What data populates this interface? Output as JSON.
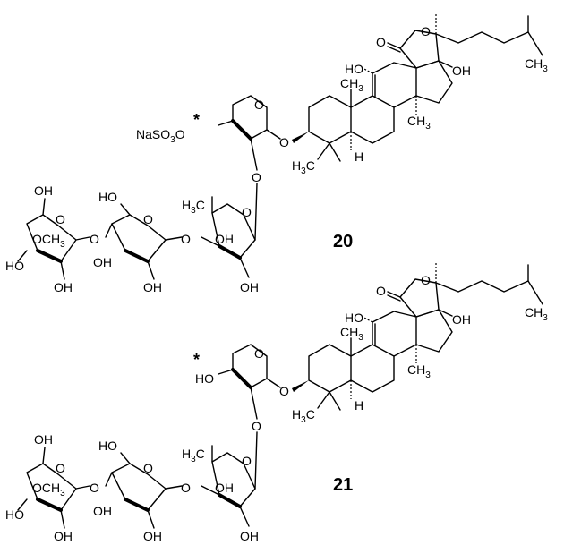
{
  "compound_20": {
    "number": "20",
    "star": "*",
    "sulfate_na": "NaSO",
    "sulfate_sub": "3",
    "sulfate_o": "O",
    "labels": {
      "ring_o_lactone": "O",
      "carbonyl_o": "O",
      "oh_c12": "HO",
      "oh_c17": "OH",
      "ch3_19": "CH",
      "ch3_19_sub": "3",
      "ch3_30": "CH",
      "ch3_30_sub": "3",
      "ch3_side": "CH",
      "ch3_side_sub": "3",
      "h3c_c4": "H",
      "h3c_c4_sub": "3",
      "h3c_c4_c": "C",
      "h5": "H",
      "link_o_c3": "O",
      "xyl_ring_o": "O",
      "xyl_link_o": "O",
      "qui_h3c": "H",
      "qui_h3c_sub": "3",
      "qui_h3c_c": "C",
      "qui_ring_o": "O",
      "qui_oh1": "OH",
      "qui_oh2": "OH",
      "glc_ho": "HO",
      "glc_ring_o": "O",
      "glc_oh1": "OH",
      "glc_oh2": "OH",
      "glc_link_o": "O",
      "glc_link_o2": "O",
      "m3g_oh": "OH",
      "m3g_ring_o": "O",
      "m3g_och3": "OCH",
      "m3g_och3_sub": "3",
      "m3g_ho": "HO",
      "m3g_oh2": "OH"
    }
  },
  "compound_21": {
    "number": "21",
    "star": "*",
    "ho_label": "HO",
    "labels": {
      "ring_o_lactone": "O",
      "carbonyl_o": "O",
      "oh_c12": "HO",
      "oh_c17": "OH",
      "ch3_19": "CH",
      "ch3_19_sub": "3",
      "ch3_30": "CH",
      "ch3_30_sub": "3",
      "ch3_side": "CH",
      "ch3_side_sub": "3",
      "h3c_c4": "H",
      "h3c_c4_sub": "3",
      "h3c_c4_c": "C",
      "h5": "H",
      "link_o_c3": "O",
      "xyl_ring_o": "O",
      "xyl_link_o": "O",
      "qui_h3c": "H",
      "qui_h3c_sub": "3",
      "qui_h3c_c": "C",
      "qui_ring_o": "O",
      "qui_oh1": "OH",
      "qui_oh2": "OH",
      "glc_ho": "HO",
      "glc_ring_o": "O",
      "glc_oh1": "OH",
      "glc_oh2": "OH",
      "glc_link_o": "O",
      "glc_link_o2": "O",
      "m3g_oh": "OH",
      "m3g_ring_o": "O",
      "m3g_och3": "OCH",
      "m3g_och3_sub": "3",
      "m3g_ho": "HO",
      "m3g_oh2": "OH"
    }
  }
}
